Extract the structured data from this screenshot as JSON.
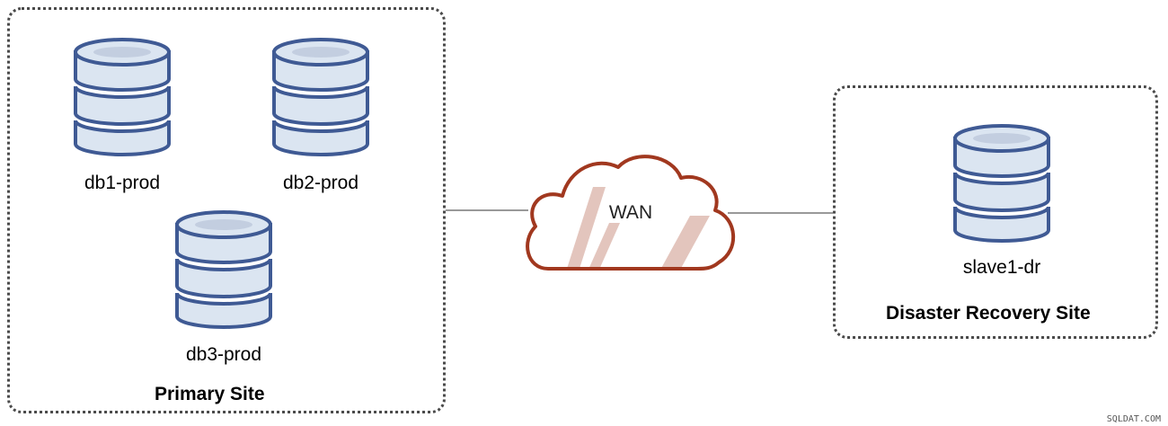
{
  "sites": {
    "primary": {
      "title": "Primary Site",
      "databases": [
        {
          "label": "db1-prod"
        },
        {
          "label": "db2-prod"
        },
        {
          "label": "db3-prod"
        }
      ]
    },
    "dr": {
      "title": "Disaster Recovery Site",
      "databases": [
        {
          "label": "slave1-dr"
        }
      ]
    }
  },
  "network": {
    "label": "WAN"
  },
  "watermark": "SQLDAT.COM",
  "colors": {
    "db_fill": "#dbe5f1",
    "db_stroke": "#3f5a94",
    "cloud_stroke": "#a1381f",
    "cloud_stripe": "#e3c5bd",
    "link": "#999999",
    "site_border": "#4a4a4a"
  },
  "icons": [
    "database-icon",
    "cloud-icon"
  ]
}
